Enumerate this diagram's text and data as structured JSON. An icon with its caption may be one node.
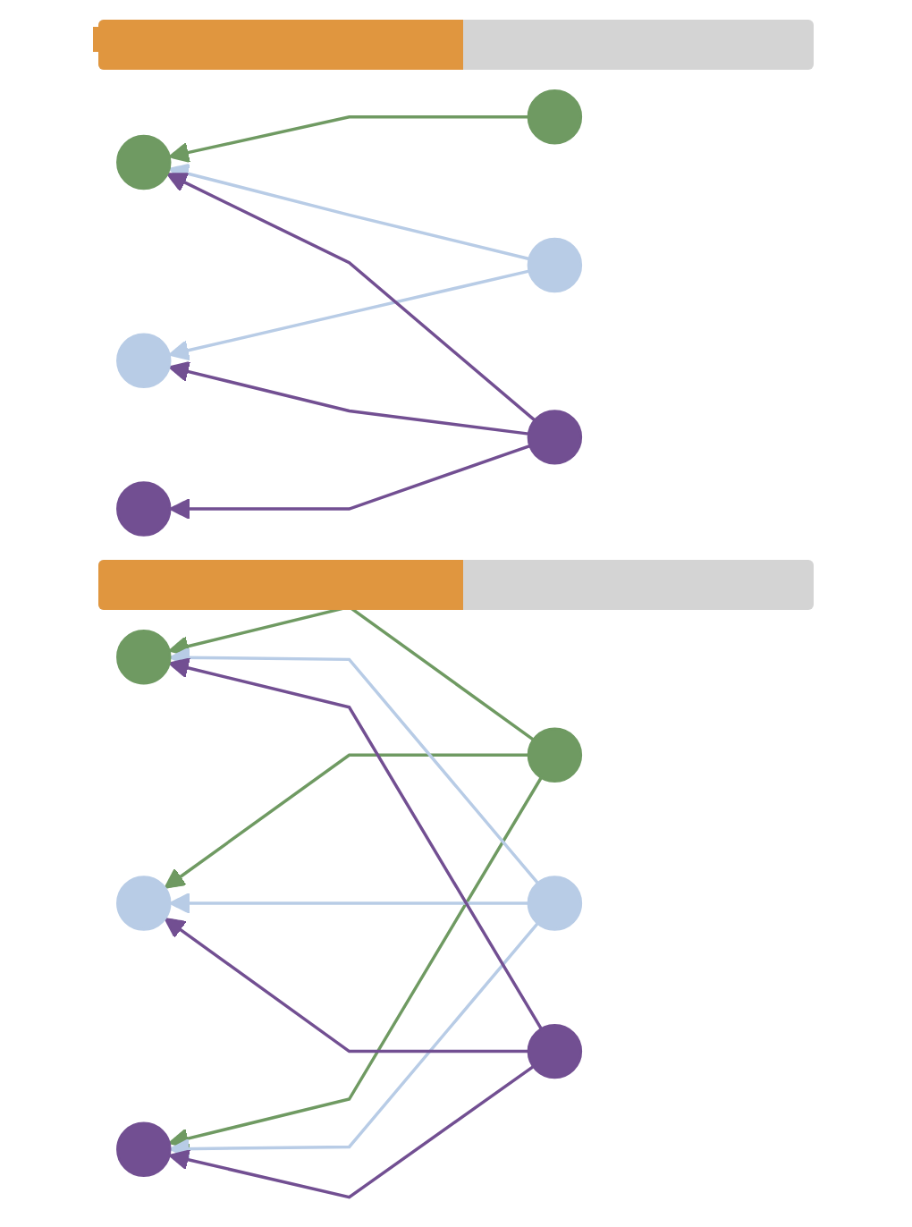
{
  "diagram": {
    "nodes": [
      {
        "text": [],
        "shape": "circle"
      },
      {
        "text": [],
        "shape": "circle"
      },
      {
        "text": [],
        "shape": "circle"
      },
      {
        "text": [],
        "shape": "circle"
      },
      {
        "text": [],
        "shape": "circle"
      },
      {
        "text": [],
        "shape": "circle"
      },
      {
        "text": [],
        "shape": "circle"
      },
      {
        "text": [],
        "shape": "circle"
      },
      {
        "text": [],
        "shape": "circle"
      },
      {
        "text": [],
        "shape": "circle"
      },
      {
        "text": [],
        "shape": "circle"
      },
      {
        "text": [],
        "shape": "circle"
      }
    ],
    "edges": [
      {
        "from": 1,
        "to": 0,
        "arrow": "to",
        "color": "#6f9a62"
      },
      {
        "from": 3,
        "to": 0,
        "arrow": "to",
        "color": "#b8cce6"
      },
      {
        "from": 3,
        "to": 2,
        "arrow": "to",
        "color": "#b8cce6"
      },
      {
        "from": 5,
        "to": 0,
        "arrow": "to",
        "color": "#724f92"
      },
      {
        "from": 5,
        "to": 2,
        "arrow": "to",
        "color": "#724f92"
      },
      {
        "from": 5,
        "to": 4,
        "arrow": "to",
        "color": "#724f92"
      },
      {
        "from": 7,
        "to": 6,
        "arrow": "to",
        "color": "#6f9a62"
      },
      {
        "from": 7,
        "to": 8,
        "arrow": "to",
        "color": "#6f9a62"
      },
      {
        "from": 7,
        "to": 10,
        "arrow": "to",
        "color": "#6f9a62"
      },
      {
        "from": 9,
        "to": 6,
        "arrow": "to",
        "color": "#b8cce6"
      },
      {
        "from": 9,
        "to": 8,
        "arrow": "to",
        "color": "#b8cce6"
      },
      {
        "from": 9,
        "to": 10,
        "arrow": "to",
        "color": "#b8cce6"
      },
      {
        "from": 11,
        "to": 6,
        "arrow": "to",
        "color": "#724f92"
      },
      {
        "from": 11,
        "to": 8,
        "arrow": "to",
        "color": "#724f92"
      },
      {
        "from": 11,
        "to": 10,
        "arrow": "to",
        "color": "#724f92"
      }
    ]
  }
}
